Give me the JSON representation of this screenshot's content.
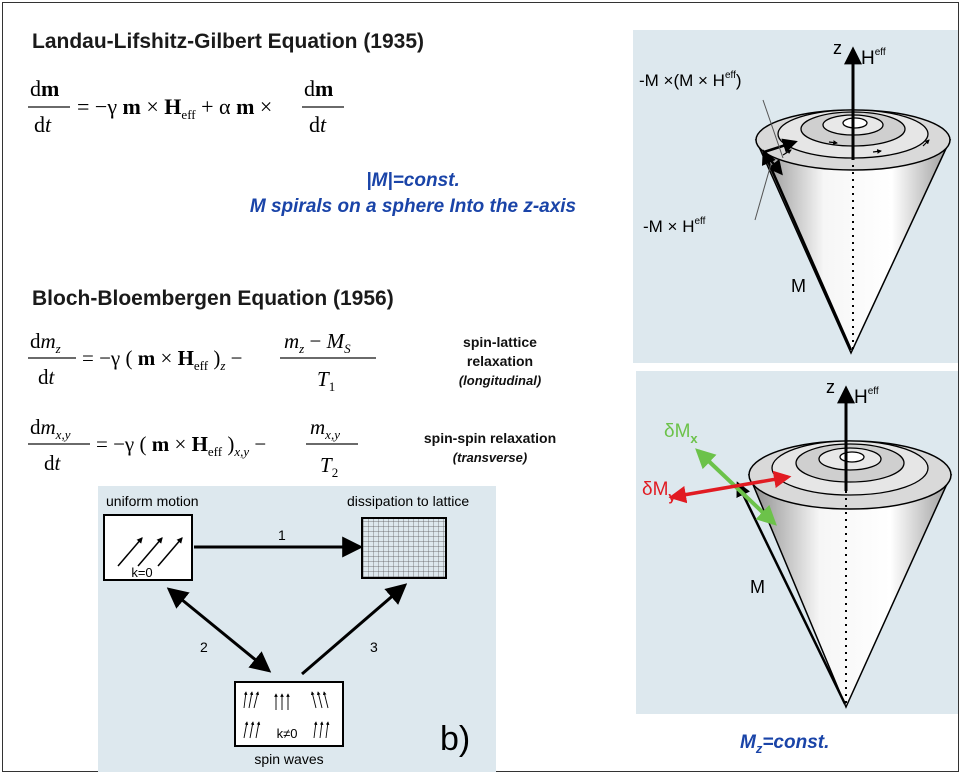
{
  "llg": {
    "heading": "Landau-Lifshitz-Gilbert Equation (1935)",
    "equation": "dm/dt = −γ m×H_eff + α m×dm/dt",
    "note_line1": "|M|=const.",
    "note_line2": "M spirals on a sphere Into the z-axis"
  },
  "bloch": {
    "heading": "Bloch-Bloembergen Equation (1956)",
    "eq1": "dm_z/dt = −γ (m×H_eff)_z − (m_z − M_S)/T_1",
    "eq2": "dm_x,y/dt = −γ (m×H_eff)_x,y − m_x,y/T_2",
    "relax1_line1": "spin-lattice",
    "relax1_line2": "relaxation",
    "relax1_line3": "(longitudinal)",
    "relax2_line1": "spin-spin relaxation",
    "relax2_line2": "(transverse)"
  },
  "process_diagram": {
    "uniform_motion": "uniform motion",
    "k0": "k=0",
    "dissipation": "dissipation to lattice",
    "spin_waves": "spin waves",
    "kne0": "k≠0",
    "path1": "1",
    "path2": "2",
    "path3": "3",
    "panel_label": "b)"
  },
  "cone_top": {
    "z": "z",
    "heff": "H",
    "heff_sup": "eff",
    "damping_label": "-M ×(M × H",
    "damping_sup": "eff",
    "precession_label": "-M × H",
    "precession_sup": "eff",
    "m_label": "M"
  },
  "cone_bottom": {
    "z": "z",
    "heff": "H",
    "heff_sup": "eff",
    "dmx": "δM",
    "dmx_sub": "x",
    "dmy": "δM",
    "dmy_sub": "y",
    "m_label": "M"
  },
  "mz_note": "M",
  "mz_sub": "z",
  "mz_rest": "=const.",
  "colors": {
    "blue_text": "#1a44a8",
    "panel_bg": "#dde8ee",
    "red": "#e11b22",
    "green": "#6cc24a"
  }
}
